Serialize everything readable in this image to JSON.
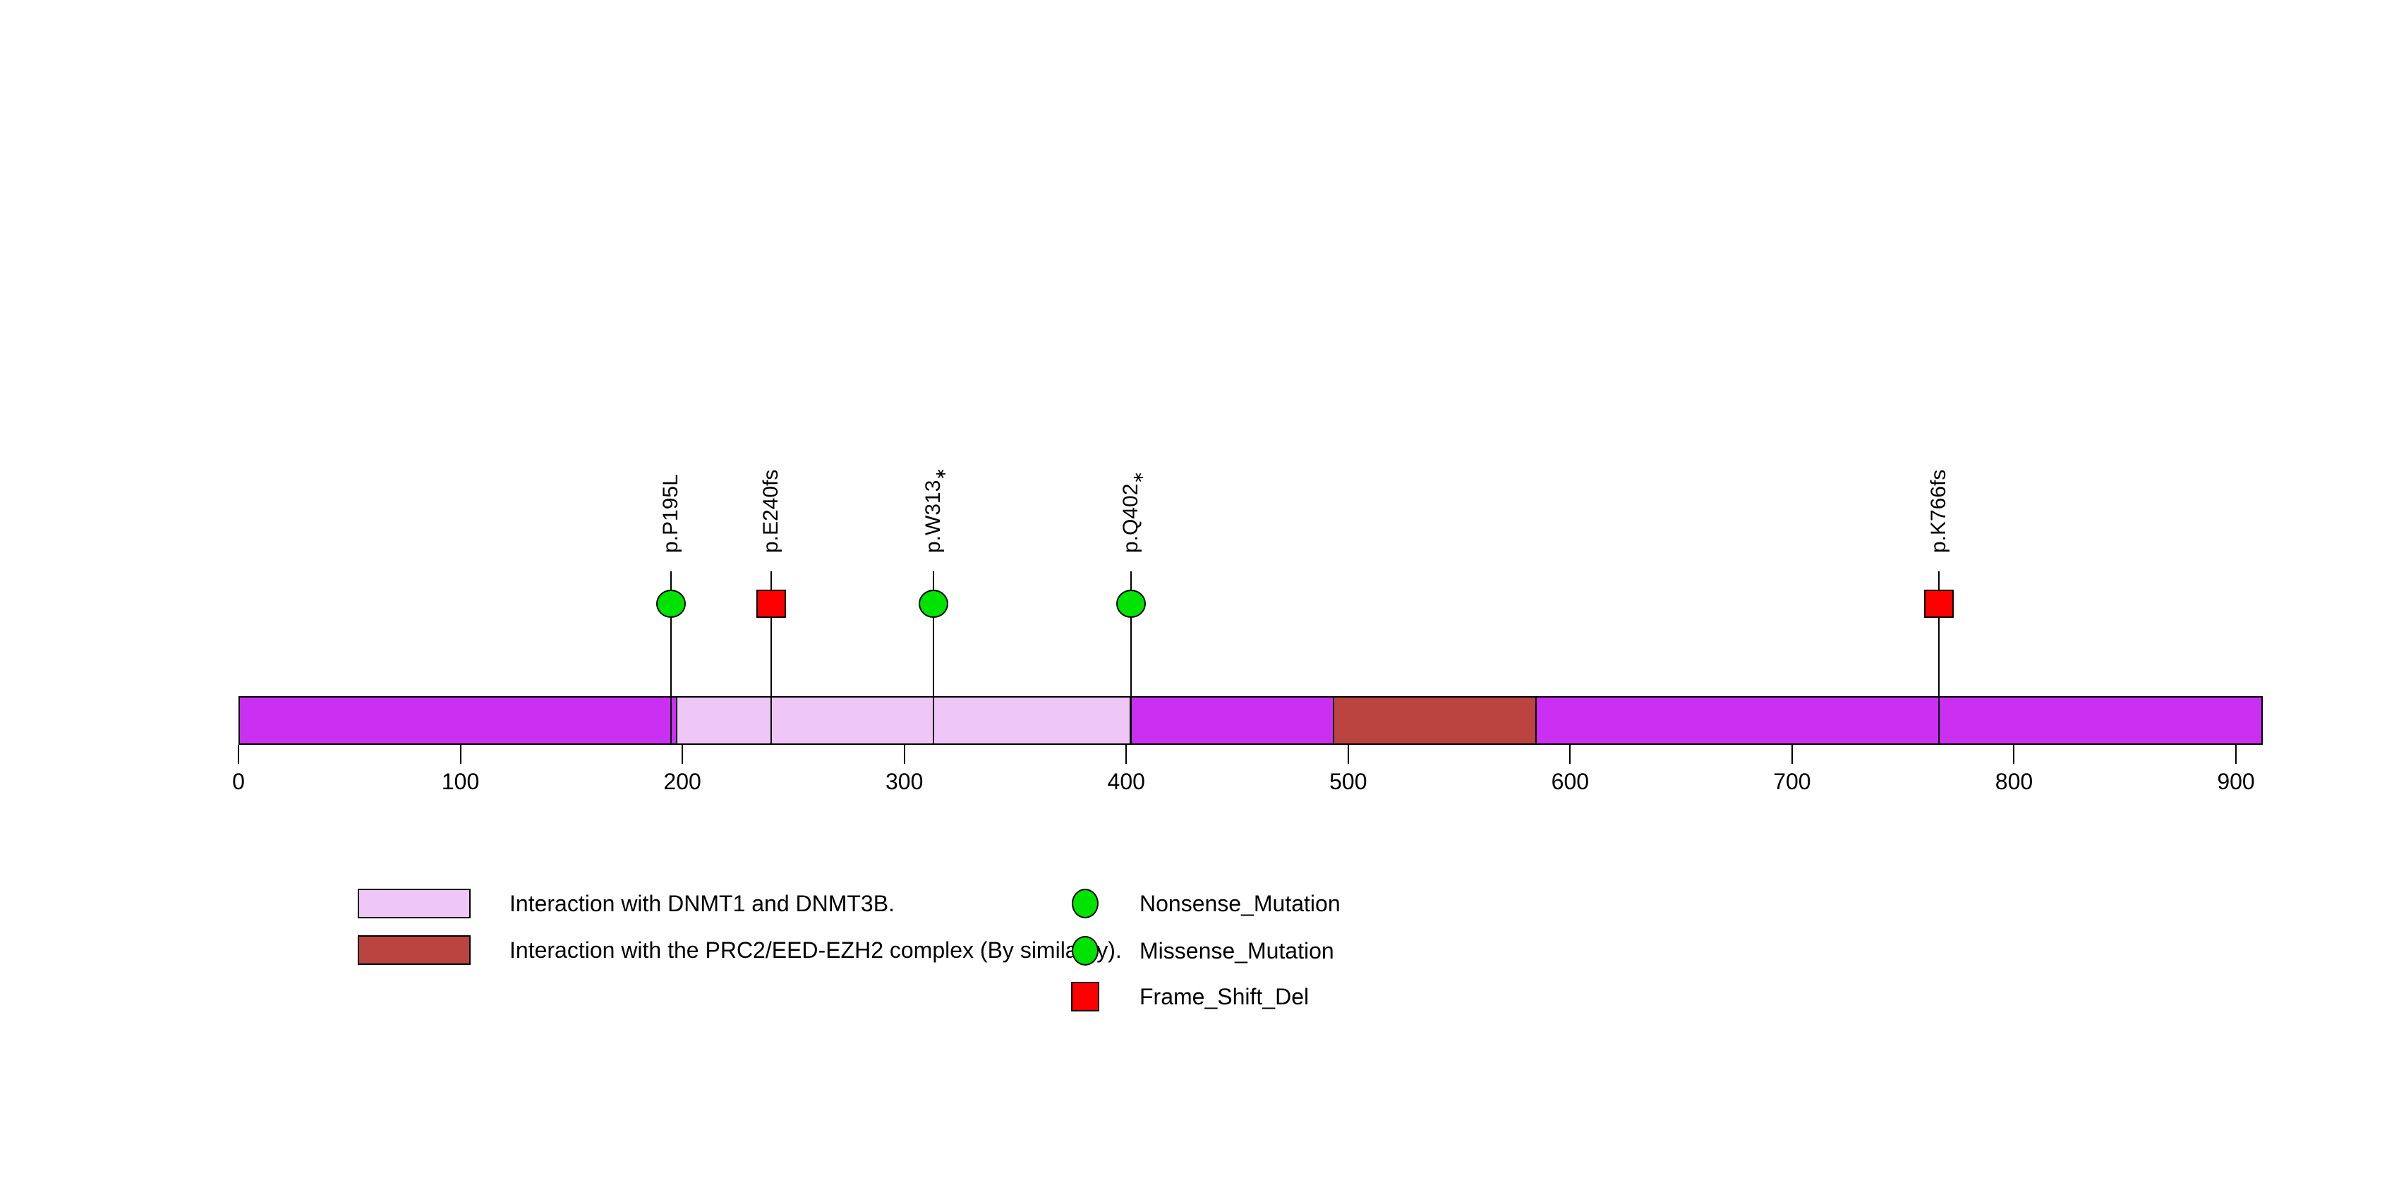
{
  "chart_data": {
    "type": "lollipop",
    "title": "",
    "protein_length": 912,
    "xlim": [
      0,
      912
    ],
    "axis_ticks": [
      0,
      100,
      200,
      300,
      400,
      500,
      600,
      700,
      800,
      900
    ],
    "grid": false,
    "bar_color": "#CA2FF2",
    "star_glyph": "∗",
    "domains": [
      {
        "label": "Interaction with DNMT1 and DNMT3B.",
        "start": 197,
        "end": 402,
        "color": "#EFC7F7"
      },
      {
        "label": "Interaction with the PRC2/EED-EZH2 complex (By similarity).",
        "start": 493,
        "end": 585,
        "color": "#BB4440"
      }
    ],
    "mutations": [
      {
        "label": "p.P195L",
        "position": 195,
        "type": "Missense_Mutation",
        "shape": "circle",
        "color": "#00E300",
        "star": false
      },
      {
        "label": "p.E240fs",
        "position": 240,
        "type": "Frame_Shift_Del",
        "shape": "square",
        "color": "#FF0000",
        "star": false
      },
      {
        "label": "p.W313",
        "position": 313,
        "type": "Nonsense_Mutation",
        "shape": "circle",
        "color": "#00E300",
        "star": true
      },
      {
        "label": "p.Q402",
        "position": 402,
        "type": "Nonsense_Mutation",
        "shape": "circle",
        "color": "#00E300",
        "star": true
      },
      {
        "label": "p.K766fs",
        "position": 766,
        "type": "Frame_Shift_Del",
        "shape": "square",
        "color": "#FF0000",
        "star": false
      }
    ],
    "legend": {
      "domain_items": [
        {
          "label": "Interaction with DNMT1 and DNMT3B.",
          "color": "#EFC7F7"
        },
        {
          "label": "Interaction with the PRC2/EED-EZH2 complex (By similarity).",
          "color": "#BB4440"
        }
      ],
      "mutation_items": [
        {
          "label": "Nonsense_Mutation",
          "shape": "circle",
          "color": "#00E300"
        },
        {
          "label": "Missense_Mutation",
          "shape": "circle",
          "color": "#00E300"
        },
        {
          "label": "Frame_Shift_Del",
          "shape": "square",
          "color": "#FF0000"
        }
      ]
    }
  }
}
